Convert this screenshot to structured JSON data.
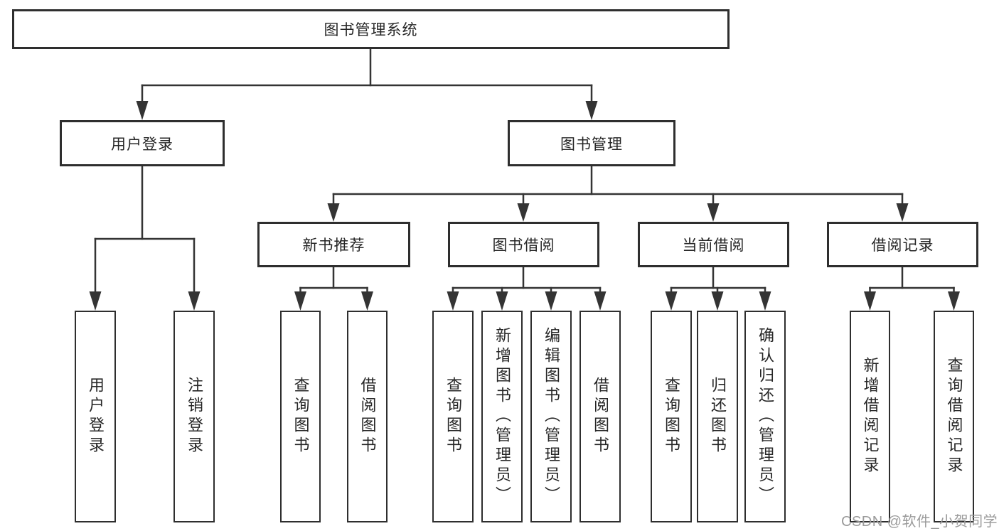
{
  "diagram": {
    "root": {
      "label": "图书管理系统"
    },
    "level2": [
      {
        "label": "用户登录"
      },
      {
        "label": "图书管理"
      }
    ],
    "level3": [
      {
        "label": "新书推荐"
      },
      {
        "label": "图书借阅"
      },
      {
        "label": "当前借阅"
      },
      {
        "label": "借阅记录"
      }
    ],
    "leaves": {
      "user_login": [
        "用户登录",
        "注销登录"
      ],
      "new_book_recommend": [
        "查询图书",
        "借阅图书"
      ],
      "book_borrow": [
        "查询图书",
        "新增图书（管理员）",
        "编辑图书（管理员）",
        "借阅图书"
      ],
      "current_borrow": [
        "查询图书",
        "归还图书",
        "确认归还（管理员）"
      ],
      "borrow_records": [
        "新增借阅记录",
        "查询借阅记录"
      ]
    },
    "colors": {
      "line": "#343434",
      "box_border": "#2e2e2e",
      "text": "#262626",
      "watermark_text": "#9b9b9b",
      "background": "#ffffff"
    },
    "watermark": "CSDN @软件_小贺同学"
  }
}
